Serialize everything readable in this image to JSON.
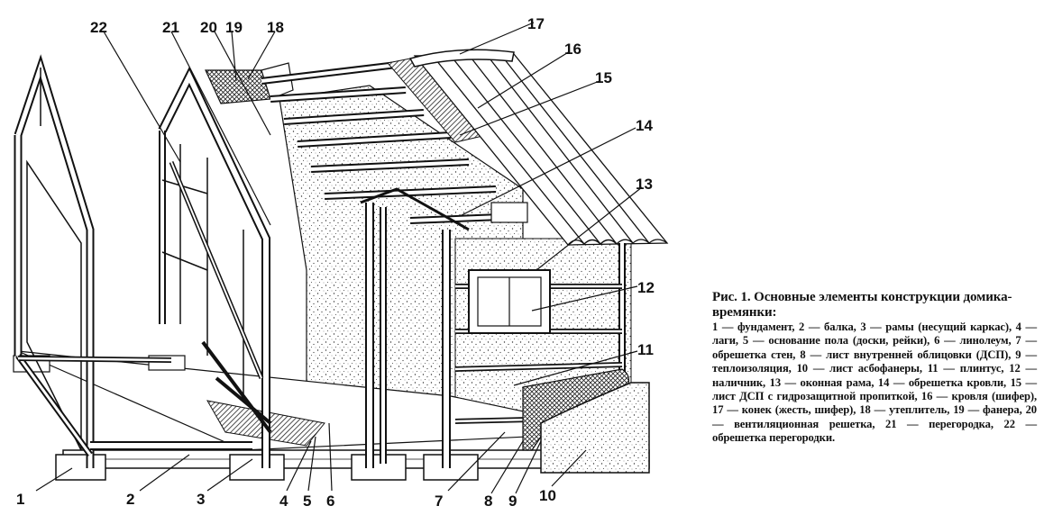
{
  "caption": {
    "title": "Рис. 1. Основные элементы конструкции домика-времянки:",
    "body": "1 — фундамент, 2 — балка, 3 — рамы (несущий каркас), 4 — лаги, 5 — основание пола (доски, рейки), 6 — линолеум, 7 — обрешетка стен, 8 — лист внутренней облицовки (ДСП), 9 — теплоизоляция, 10 — лист асбофанеры, 11 — плинтус, 12 — наличник, 13 — оконная рама, 14 — обрешетка кровли, 15 — лист ДСП с гидрозащитной пропиткой, 16 — кровля (шифер), 17 — конек (жесть, шифер), 18 — утеплитель, 19 — фанера, 20 — вентиляционная решетка, 21 — перегородка, 22 — обрешетка перегородки."
  },
  "labels": {
    "l1": "1",
    "l2": "2",
    "l3": "3",
    "l4": "4",
    "l5": "5",
    "l6": "6",
    "l7": "7",
    "l8": "8",
    "l9": "9",
    "l10": "10",
    "l11": "11",
    "l12": "12",
    "l13": "13",
    "l14": "14",
    "l15": "15",
    "l16": "16",
    "l17": "17",
    "l18": "18",
    "l19": "19",
    "l20": "20",
    "l21": "21",
    "l22": "22"
  }
}
